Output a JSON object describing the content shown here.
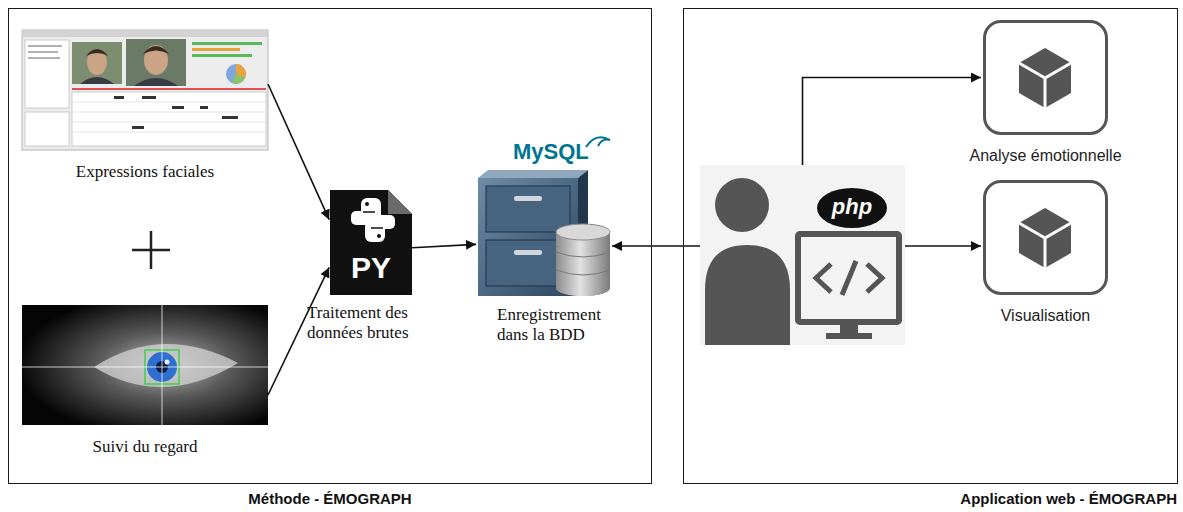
{
  "diagram": {
    "nodes": [
      {
        "text": [
          "Méthode - ÉMOGRAPH"
        ]
      },
      {
        "text": [
          "Application web - ÉMOGRAPH"
        ]
      },
      {
        "text": [
          "Expressions faciales"
        ],
        "in": 0
      },
      {
        "text": [
          "Suivi du regard"
        ],
        "in": 0
      },
      {
        "text": [
          "PY",
          "Traitement des données brutes"
        ],
        "in": 0
      },
      {
        "text": [
          "MySQL",
          "Enregistrement dans la BDD"
        ],
        "in": 0
      },
      {
        "text": [
          "php"
        ],
        "in": 1
      },
      {
        "text": [
          "Analyse émotionnelle"
        ],
        "in": 1
      },
      {
        "text": [
          "Visualisation"
        ],
        "in": 1
      }
    ],
    "edges": [
      {
        "from": 2,
        "to": 4,
        "arrow": "to"
      },
      {
        "from": 3,
        "to": 4,
        "arrow": "to"
      },
      {
        "from": 4,
        "to": 5,
        "arrow": "to"
      },
      {
        "from": 6,
        "to": 5,
        "arrow": "to"
      },
      {
        "from": 6,
        "to": 7,
        "arrow": "to"
      },
      {
        "from": 6,
        "to": 8,
        "arrow": "to"
      }
    ]
  }
}
